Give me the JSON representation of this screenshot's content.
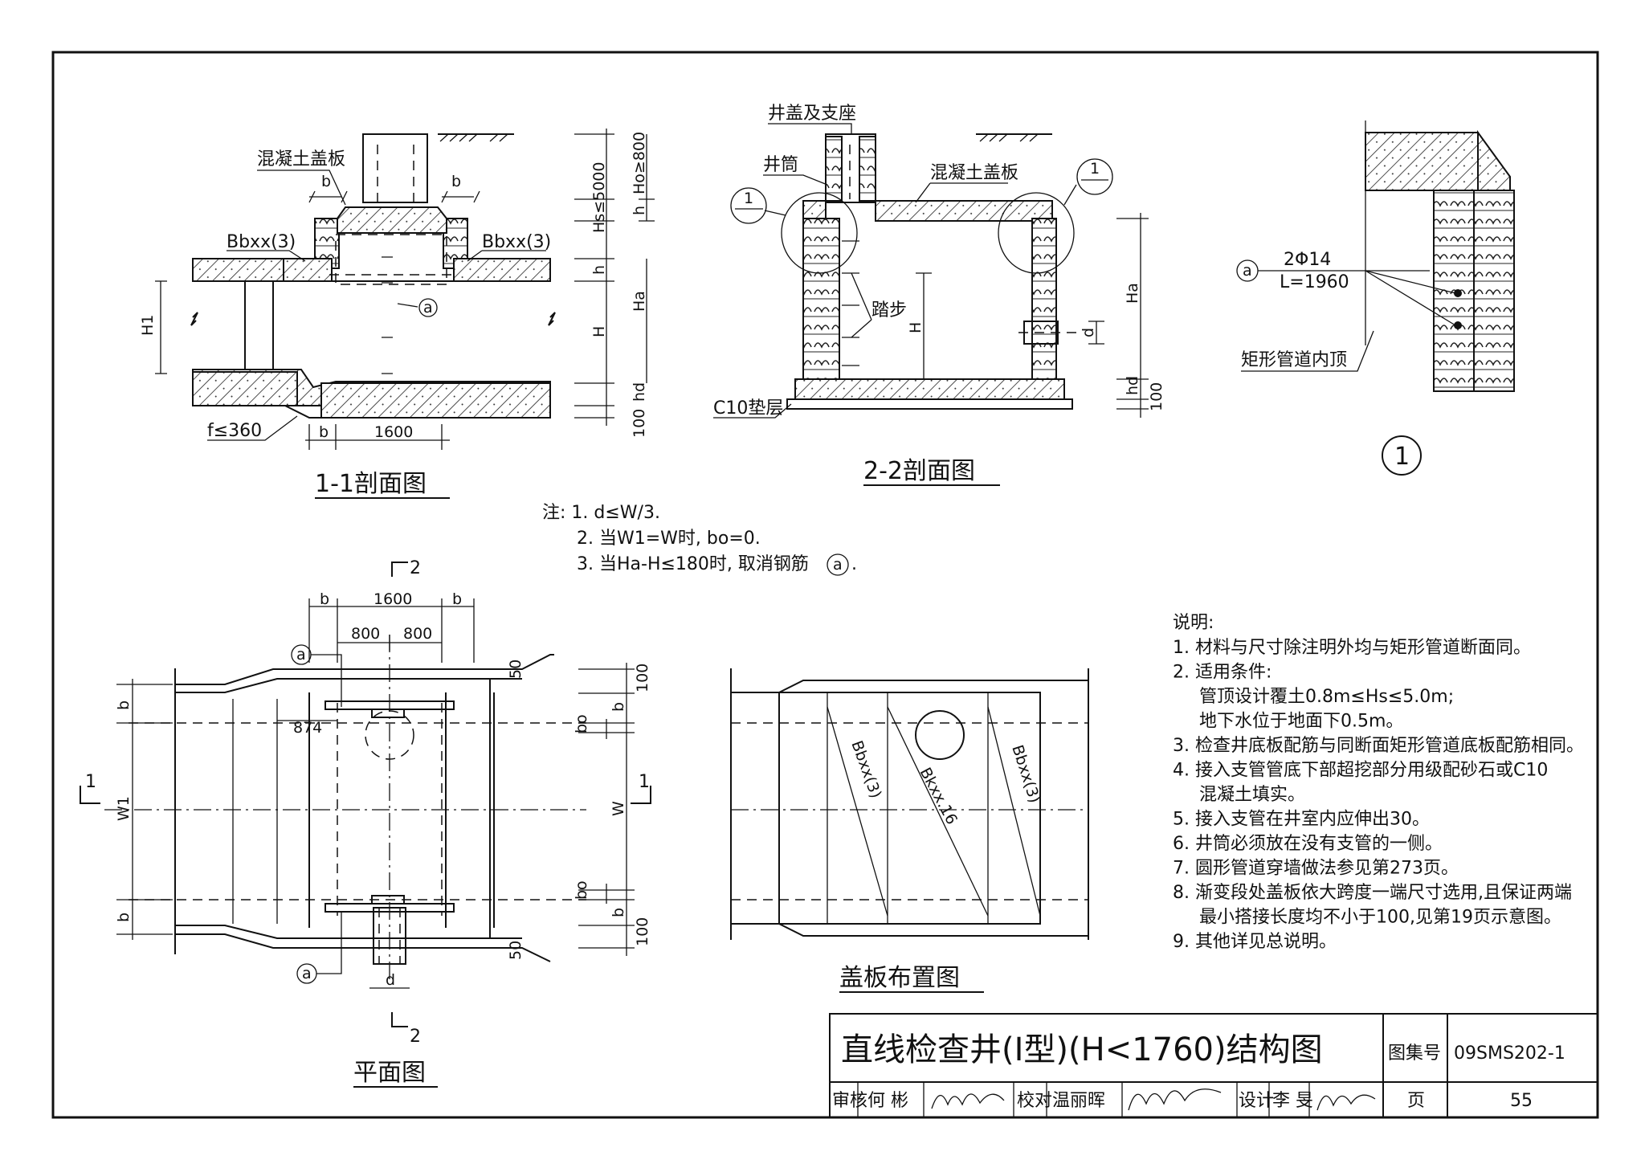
{
  "section11": {
    "title": "1-1剖面图",
    "lbl_cover": "混凝土盖板",
    "lbl_bbxx_left": "Bbxx(3)",
    "lbl_bbxx_right": "Bbxx(3)",
    "lbl_b1": "b",
    "lbl_b2": "b",
    "lbl_b3": "b",
    "lbl_f": "f≤360",
    "dim_1600": "1600",
    "lbl_H1": "H1",
    "lbl_a": "a",
    "dim_Hs": "Hs≤5000",
    "dim_Ho": "Ho≥800",
    "dim_h1": "h",
    "dim_h2": "h",
    "dim_H": "H",
    "dim_Ha": "Ha",
    "dim_hd": "hd",
    "dim_100": "100"
  },
  "section22": {
    "title": "2-2剖面图",
    "lbl_cover_support": "井盖及支座",
    "lbl_shaft": "井筒",
    "lbl_cover": "混凝土盖板",
    "lbl_step": "踏步",
    "lbl_c10": "C10垫层",
    "dim_H": "H",
    "dim_d": "d",
    "dim_Ha": "Ha",
    "dim_hd": "hd",
    "dim_100": "100",
    "callout_left": "1",
    "callout_right": "1"
  },
  "detail1": {
    "callout_a": "a",
    "lbl_rebar": "2Φ14",
    "lbl_len": "L=1960",
    "lbl_top": "矩形管道内顶",
    "number": "1"
  },
  "notes": {
    "head": "注: 1. d≤W/3.",
    "n2": "2. 当W1=W时, bo=0.",
    "n3": "3. 当Ha-H≤180时, 取消钢筋",
    "n3_end": "."
  },
  "plan": {
    "title": "平面图",
    "sec2_top": "2",
    "sec2_bot": "2",
    "sec1_left": "1",
    "sec1_right": "1",
    "dim_b_left": "b",
    "dim_1600": "1600",
    "dim_b_right": "b",
    "dim_800a": "800",
    "dim_800b": "800",
    "dim_874": "874",
    "dim_50_top": "50",
    "dim_50_bot": "50",
    "dim_100_top": "100",
    "dim_100_bot": "100",
    "dim_b_tr": "b",
    "dim_bo_tr": "bo",
    "dim_W": "W",
    "dim_bo_br": "bo",
    "dim_b_br": "b",
    "dim_b_tl": "b",
    "dim_W1": "W1",
    "dim_b_bl": "b",
    "dim_d": "d",
    "lbl_a_top": "a",
    "lbl_a_bot": "a"
  },
  "cover_layout": {
    "title": "盖板布置图",
    "lbl_left": "Bbxx(3)",
    "lbl_mid": "Bkxx.16",
    "lbl_right": "Bbxx(3)"
  },
  "explain": {
    "head": "说明:",
    "items": [
      "1. 材料与尺寸除注明外均与矩形管道断面同。",
      "2. 适用条件:",
      "管顶设计覆土0.8m≤Hs≤5.0m;",
      "地下水位于地面下0.5m。",
      "3. 检查井底板配筋与同断面矩形管道底板配筋相同。",
      "4. 接入支管管底下部超挖部分用级配砂石或C10",
      "混凝土填实。",
      "5. 接入支管在井室内应伸出30。",
      "6. 井筒必须放在没有支管的一侧。",
      "7. 圆形管道穿墙做法参见第273页。",
      "8. 渐变段处盖板依大跨度一端尺寸选用,且保证两端",
      "最小搭接长度均不小于100,见第19页示意图。",
      "9. 其他详见总说明。"
    ]
  },
  "title_block": {
    "drawing_title": "直线检查井(I型)(H<1760)结构图",
    "atlas_label": "图集号",
    "atlas_no": "09SMS202-1",
    "review_label": "审核",
    "review_name": "何 彬",
    "check_label": "校对",
    "check_name": "温丽晖",
    "design_label": "设计",
    "design_name": "李 旻",
    "page_label": "页",
    "page_no": "55"
  }
}
